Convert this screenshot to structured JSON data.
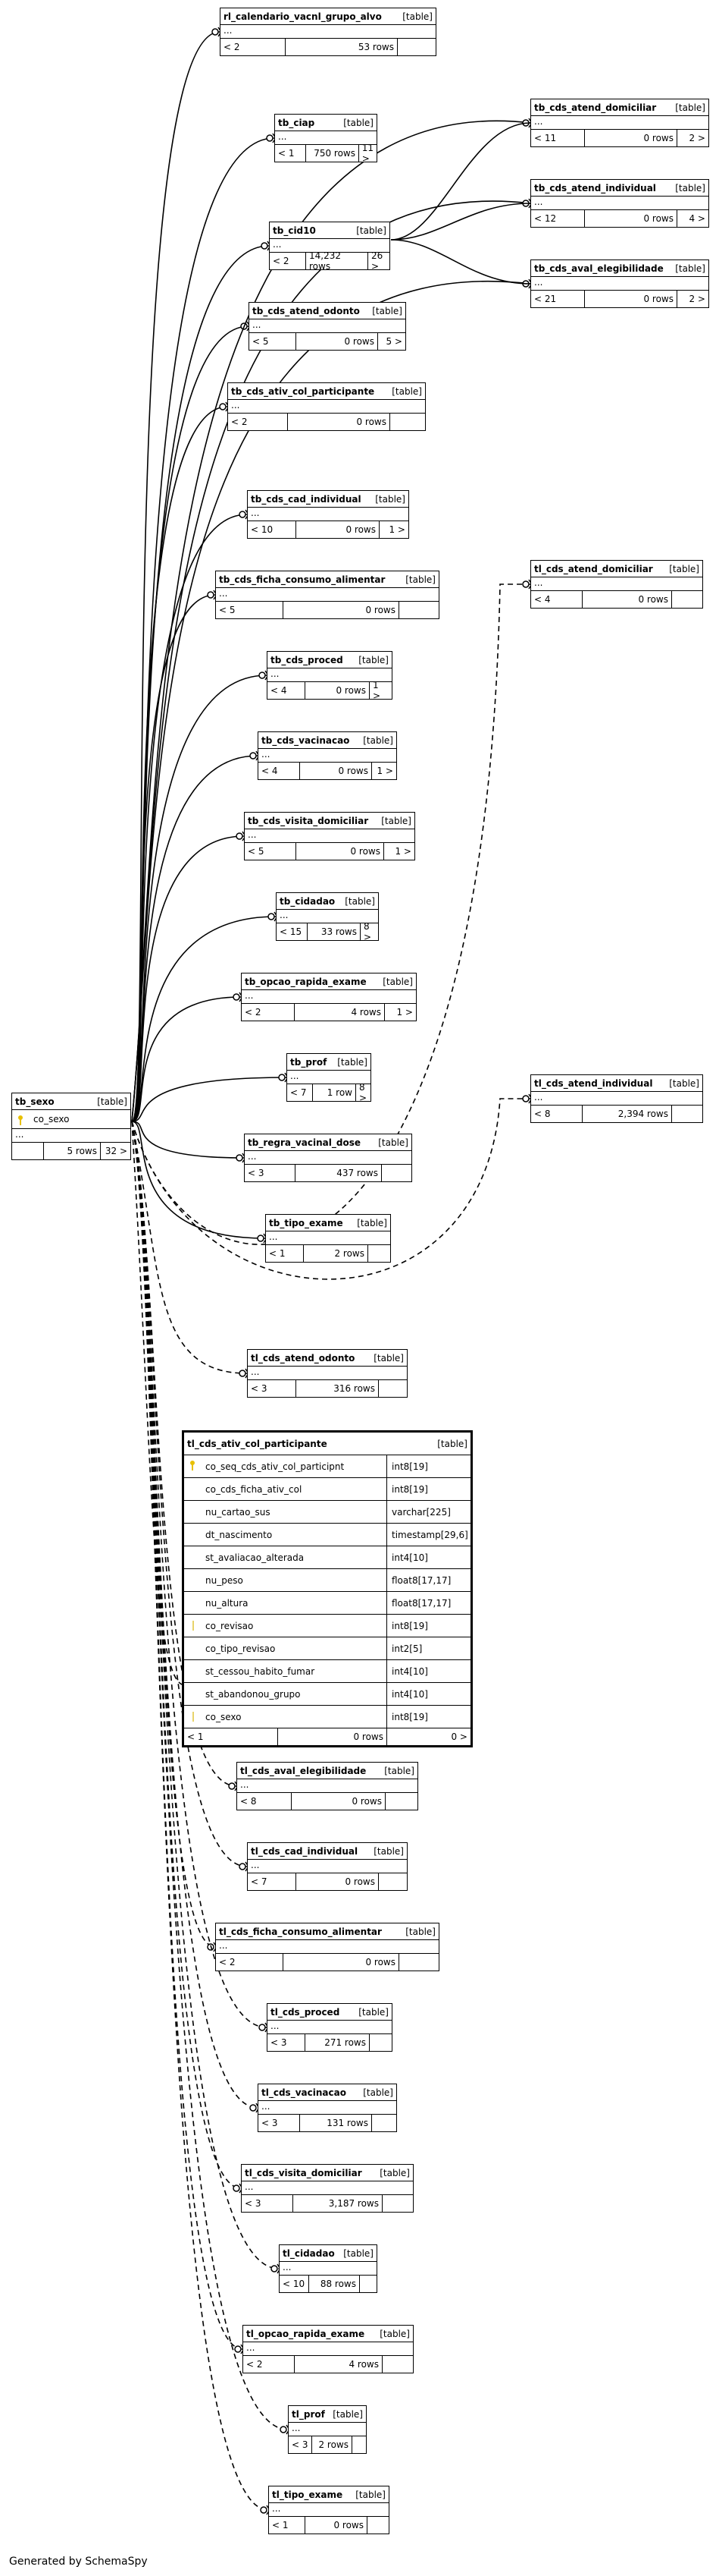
{
  "generated_by": "Generated by SchemaSpy",
  "focus_table": {
    "name": "tl_cds_ativ_col_participante",
    "type": "[table]",
    "columns": [
      {
        "name": "co_seq_cds_ativ_col_participnt",
        "type": "int8[19]",
        "key": "pk"
      },
      {
        "name": "co_cds_ficha_ativ_col",
        "type": "int8[19]",
        "key": ""
      },
      {
        "name": "nu_cartao_sus",
        "type": "varchar[225]",
        "key": ""
      },
      {
        "name": "dt_nascimento",
        "type": "timestamp[29,6]",
        "key": ""
      },
      {
        "name": "st_avaliacao_alterada",
        "type": "int4[10]",
        "key": ""
      },
      {
        "name": "nu_peso",
        "type": "float8[17,17]",
        "key": ""
      },
      {
        "name": "nu_altura",
        "type": "float8[17,17]",
        "key": ""
      },
      {
        "name": "co_revisao",
        "type": "int8[19]",
        "key": "fk"
      },
      {
        "name": "co_tipo_revisao",
        "type": "int2[5]",
        "key": ""
      },
      {
        "name": "st_cessou_habito_fumar",
        "type": "int4[10]",
        "key": ""
      },
      {
        "name": "st_abandonou_grupo",
        "type": "int4[10]",
        "key": ""
      },
      {
        "name": "co_sexo",
        "type": "int8[19]",
        "key": "fk"
      }
    ],
    "parents": "< 1",
    "rows": "0 rows",
    "children": "0 >"
  },
  "sexo_table": {
    "name": "tb_sexo",
    "type": "[table]",
    "column": "co_sexo",
    "parents": "",
    "rows": "5 rows",
    "children": "32 >"
  },
  "tables": [
    {
      "id": "t1",
      "name": "rl_calendario_vacnl_grupo_alvo",
      "type": "[table]",
      "parents": "< 2",
      "rows": "53 rows",
      "children": ""
    },
    {
      "id": "t2",
      "name": "tb_ciap",
      "type": "[table]",
      "parents": "< 1",
      "rows": "750 rows",
      "children": "11 >"
    },
    {
      "id": "t3",
      "name": "tb_cid10",
      "type": "[table]",
      "parents": "< 2",
      "rows": "14,232 rows",
      "children": "26 >"
    },
    {
      "id": "t4",
      "name": "tb_cds_atend_odonto",
      "type": "[table]",
      "parents": "< 5",
      "rows": "0 rows",
      "children": "5 >"
    },
    {
      "id": "t5",
      "name": "tb_cds_ativ_col_participante",
      "type": "[table]",
      "parents": "< 2",
      "rows": "0 rows",
      "children": ""
    },
    {
      "id": "t6",
      "name": "tb_cds_cad_individual",
      "type": "[table]",
      "parents": "< 10",
      "rows": "0 rows",
      "children": "1 >"
    },
    {
      "id": "t7",
      "name": "tb_cds_ficha_consumo_alimentar",
      "type": "[table]",
      "parents": "< 5",
      "rows": "0 rows",
      "children": ""
    },
    {
      "id": "t8",
      "name": "tb_cds_proced",
      "type": "[table]",
      "parents": "< 4",
      "rows": "0 rows",
      "children": "1 >"
    },
    {
      "id": "t9",
      "name": "tb_cds_vacinacao",
      "type": "[table]",
      "parents": "< 4",
      "rows": "0 rows",
      "children": "1 >"
    },
    {
      "id": "t10",
      "name": "tb_cds_visita_domiciliar",
      "type": "[table]",
      "parents": "< 5",
      "rows": "0 rows",
      "children": "1 >"
    },
    {
      "id": "t11",
      "name": "tb_cidadao",
      "type": "[table]",
      "parents": "< 15",
      "rows": "33 rows",
      "children": "8 >"
    },
    {
      "id": "t12",
      "name": "tb_opcao_rapida_exame",
      "type": "[table]",
      "parents": "< 2",
      "rows": "4 rows",
      "children": "1 >"
    },
    {
      "id": "t13",
      "name": "tb_prof",
      "type": "[table]",
      "parents": "< 7",
      "rows": "1 row",
      "children": "8 >"
    },
    {
      "id": "t14",
      "name": "tb_regra_vacinal_dose",
      "type": "[table]",
      "parents": "< 3",
      "rows": "437 rows",
      "children": ""
    },
    {
      "id": "t15",
      "name": "tb_tipo_exame",
      "type": "[table]",
      "parents": "< 1",
      "rows": "2 rows",
      "children": ""
    },
    {
      "id": "t16",
      "name": "tl_cds_atend_odonto",
      "type": "[table]",
      "parents": "< 3",
      "rows": "316 rows",
      "children": ""
    },
    {
      "id": "r1",
      "name": "tb_cds_atend_domiciliar",
      "type": "[table]",
      "parents": "< 11",
      "rows": "0 rows",
      "children": "2 >"
    },
    {
      "id": "r2",
      "name": "tb_cds_atend_individual",
      "type": "[table]",
      "parents": "< 12",
      "rows": "0 rows",
      "children": "4 >"
    },
    {
      "id": "r3",
      "name": "tb_cds_aval_elegibilidade",
      "type": "[table]",
      "parents": "< 21",
      "rows": "0 rows",
      "children": "2 >"
    },
    {
      "id": "r4",
      "name": "tl_cds_atend_domiciliar",
      "type": "[table]",
      "parents": "< 4",
      "rows": "0 rows",
      "children": ""
    },
    {
      "id": "r5",
      "name": "tl_cds_atend_individual",
      "type": "[table]",
      "parents": "< 8",
      "rows": "2,394 rows",
      "children": ""
    },
    {
      "id": "b1",
      "name": "tl_cds_aval_elegibilidade",
      "type": "[table]",
      "parents": "< 8",
      "rows": "0 rows",
      "children": ""
    },
    {
      "id": "b2",
      "name": "tl_cds_cad_individual",
      "type": "[table]",
      "parents": "< 7",
      "rows": "0 rows",
      "children": ""
    },
    {
      "id": "b3",
      "name": "tl_cds_ficha_consumo_alimentar",
      "type": "[table]",
      "parents": "< 2",
      "rows": "0 rows",
      "children": ""
    },
    {
      "id": "b4",
      "name": "tl_cds_proced",
      "type": "[table]",
      "parents": "< 3",
      "rows": "271 rows",
      "children": ""
    },
    {
      "id": "b5",
      "name": "tl_cds_vacinacao",
      "type": "[table]",
      "parents": "< 3",
      "rows": "131 rows",
      "children": ""
    },
    {
      "id": "b6",
      "name": "tl_cds_visita_domiciliar",
      "type": "[table]",
      "parents": "< 3",
      "rows": "3,187 rows",
      "children": ""
    },
    {
      "id": "b7",
      "name": "tl_cidadao",
      "type": "[table]",
      "parents": "< 10",
      "rows": "88 rows",
      "children": ""
    },
    {
      "id": "b8",
      "name": "tl_opcao_rapida_exame",
      "type": "[table]",
      "parents": "< 2",
      "rows": "4 rows",
      "children": ""
    },
    {
      "id": "b9",
      "name": "tl_prof",
      "type": "[table]",
      "parents": "< 3",
      "rows": "2 rows",
      "children": ""
    },
    {
      "id": "b10",
      "name": "tl_tipo_exame",
      "type": "[table]",
      "parents": "< 1",
      "rows": "0 rows",
      "children": ""
    }
  ]
}
